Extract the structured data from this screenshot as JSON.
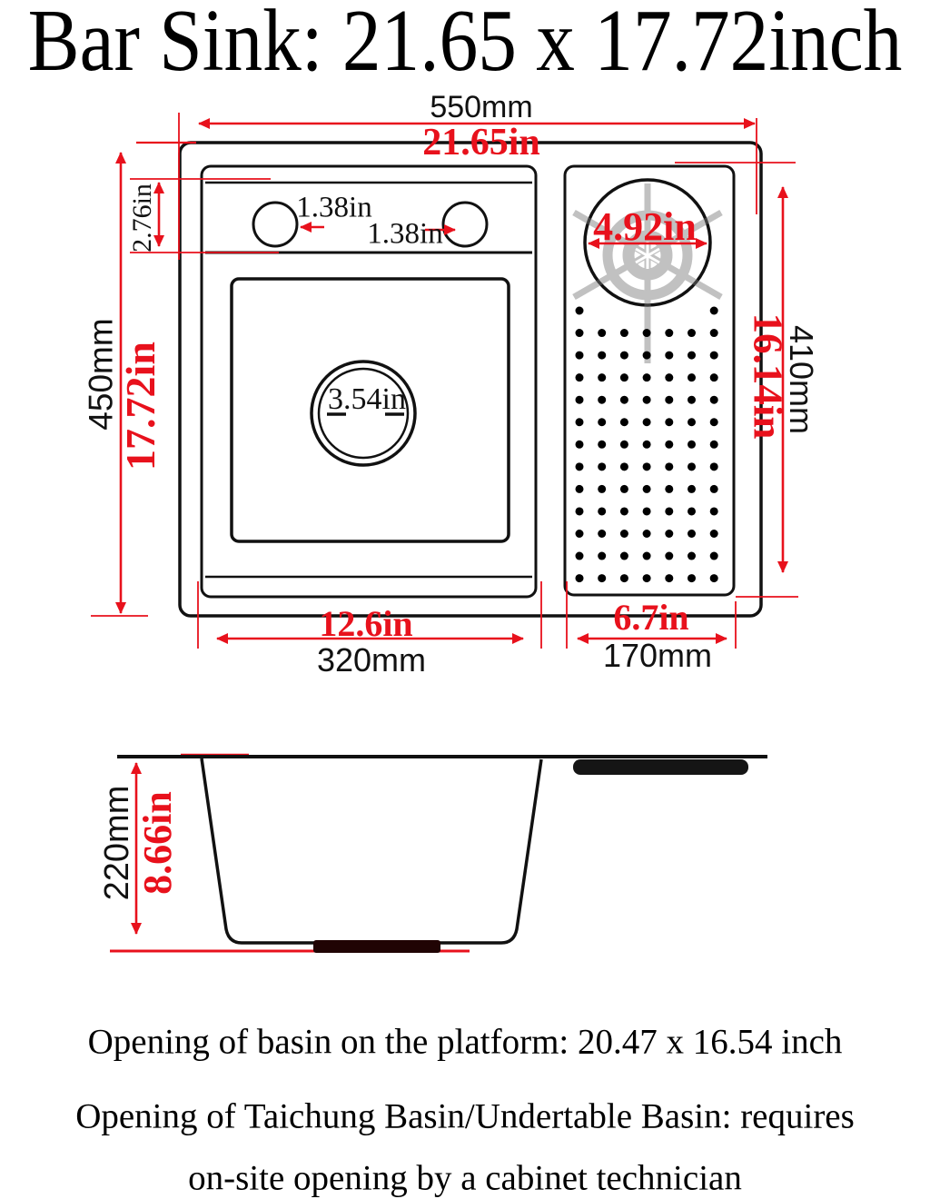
{
  "title": "Bar Sink: 21.65 x 17.72inch",
  "colors": {
    "accent_red": "#e8111c",
    "line_black": "#111111",
    "drain_gray": "#9b9b9b"
  },
  "top_view": {
    "overall_width_mm": "550mm",
    "overall_width_in": "21.65in",
    "overall_height_mm": "450mm",
    "overall_height_in": "17.72in",
    "deck_height_in": "2.76in",
    "faucet_hole_left_in": "1.38in",
    "faucet_hole_right_in": "1.38in",
    "right_drain_diameter_in": "4.92in",
    "basin_drain_diameter_in": "3.54in",
    "right_section_height_in": "16.14in",
    "right_section_height_mm": "410mm",
    "basin_width_in": "12.6in",
    "basin_width_mm": "320mm",
    "drainboard_width_in": "6.7in",
    "drainboard_width_mm": "170mm",
    "drainboard_dots": {
      "rows": 13,
      "cols": 7
    }
  },
  "side_view": {
    "depth_mm": "220mm",
    "depth_in": "8.66in"
  },
  "footer": {
    "line1": "Opening of basin on the platform: 20.47 x 16.54 inch",
    "line2": "Opening of Taichung Basin/Undertable Basin: requires",
    "line3": "on-site opening by a cabinet technician"
  }
}
